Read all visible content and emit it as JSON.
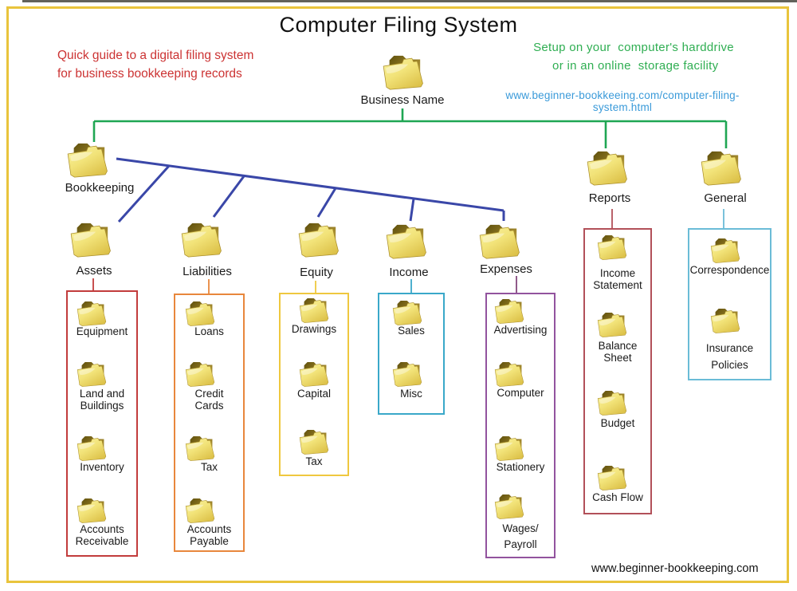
{
  "page": {
    "title": "Computer Filing System",
    "note_left": "Quick guide to a digital filing system\nfor business bookkeeping records",
    "note_right": "Setup on your  computer's harddrive\n or in an online  storage facility",
    "url_top": "www.beginner-bookkeeing.com/computer-filing-system.html",
    "url_bottom": "www.beginner-bookkeeping.com"
  },
  "colors": {
    "border": "#e9c43c",
    "green_line": "#1fa653",
    "blue_line": "#3a47a8",
    "red_text": "#cc3333",
    "green_text": "#2fae52",
    "link_blue": "#3a9ad9",
    "stem_assets": "#c23c3c",
    "stem_liabilities": "#e8873c",
    "stem_equity": "#efc83f",
    "stem_income": "#3aa8c9",
    "stem_expenses": "#84487e",
    "stem_reports": "#b25059",
    "stem_general": "#6bbcd7"
  },
  "tree": {
    "folders": [
      {
        "id": "business-name",
        "label": "Business Name"
      },
      {
        "id": "bookkeeping",
        "label": "Bookkeeping"
      },
      {
        "id": "reports",
        "label": "Reports"
      },
      {
        "id": "general",
        "label": "General"
      },
      {
        "id": "assets",
        "label": "Assets"
      },
      {
        "id": "liabilities",
        "label": "Liabilities"
      },
      {
        "id": "equity",
        "label": "Equity"
      },
      {
        "id": "income",
        "label": "Income"
      },
      {
        "id": "expenses",
        "label": "Expenses"
      }
    ],
    "groups": [
      {
        "id": "assets",
        "box_color": "#c23c3c",
        "items": [
          {
            "text": "Equipment"
          },
          {
            "text": "Land and\nBuildings"
          },
          {
            "text": "Inventory"
          },
          {
            "text": "Accounts\nReceivable"
          }
        ]
      },
      {
        "id": "liabilities",
        "box_color": "#e8873c",
        "items": [
          {
            "text": "Loans"
          },
          {
            "text": "Credit\nCards"
          },
          {
            "text": "Tax"
          },
          {
            "text": "Accounts\nPayable"
          }
        ]
      },
      {
        "id": "equity",
        "box_color": "#efc83f",
        "items": [
          {
            "text": "Drawings"
          },
          {
            "text": "Capital"
          },
          {
            "text": "Tax"
          }
        ]
      },
      {
        "id": "income",
        "box_color": "#3aa8c9",
        "items": [
          {
            "text": "Sales"
          },
          {
            "text": "Misc"
          }
        ]
      },
      {
        "id": "expenses",
        "box_color": "#92539e",
        "items": [
          {
            "text": "Advertising"
          },
          {
            "text": "Computer"
          },
          {
            "text": "Stationery"
          },
          {
            "text": "Wages/\nPayroll"
          }
        ]
      },
      {
        "id": "reports",
        "box_color": "#b25059",
        "items": [
          {
            "text": "Income\nStatement"
          },
          {
            "text": "Balance\nSheet"
          },
          {
            "text": "Budget"
          },
          {
            "text": "Cash Flow"
          }
        ]
      },
      {
        "id": "general",
        "box_color": "#6bbcd7",
        "items": [
          {
            "text": "Correspondence"
          },
          {
            "text": "Insurance\nPolicies"
          }
        ]
      }
    ]
  }
}
